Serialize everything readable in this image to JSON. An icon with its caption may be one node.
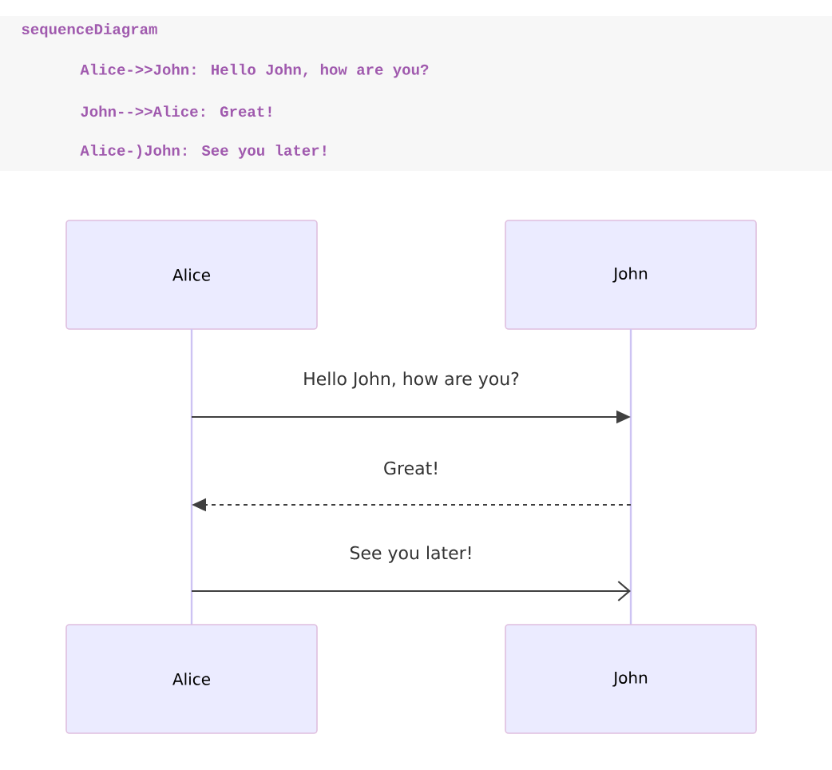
{
  "diagram": {
    "nodes": [
      {
        "text": [
          "Alice"
        ]
      },
      {
        "text": [
          "John"
        ]
      },
      {
        "text": [],
        "shape": "bar"
      },
      {
        "text": [],
        "shape": "bar"
      },
      {
        "text": [
          "Alice"
        ]
      },
      {
        "text": [
          "John"
        ]
      }
    ],
    "edges": [
      {
        "from": 2,
        "to": 3,
        "arrow": "to",
        "label": "Hello John, how are you?"
      },
      {
        "from": 3,
        "to": 2,
        "arrow": "to",
        "label": "Great!",
        "style": "dashed"
      },
      {
        "from": 2,
        "to": 3,
        "arrow": "to",
        "label": "See you later!"
      }
    ],
    "labels": [
      "sequenceDiagram",
      "Alice->>John: Hello John, how are you?",
      "John-->>Alice: Great!",
      "Alice-)John: See you later!"
    ]
  }
}
